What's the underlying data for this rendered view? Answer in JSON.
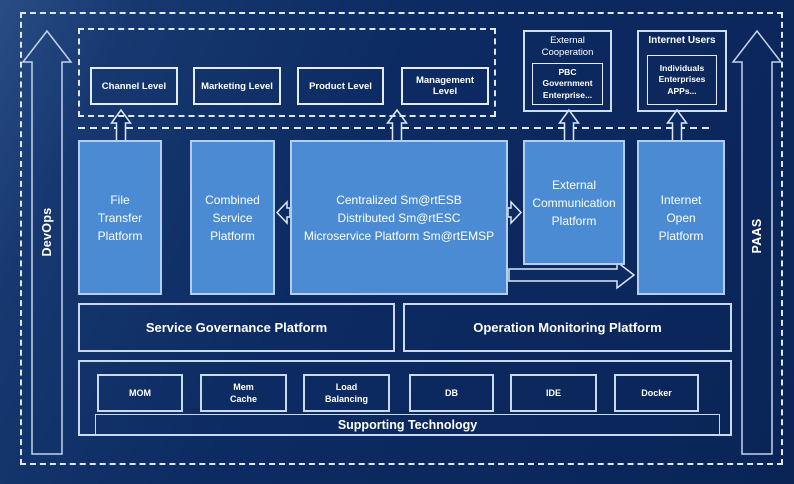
{
  "colors": {
    "background": "#0d2b63",
    "box_blue": "#4a8bd4",
    "line": "#dde7f7"
  },
  "side_rails": {
    "left_label": "DevOps",
    "right_label": "PAAS"
  },
  "top_band": {
    "levels": [
      "Channel Level",
      "Marketing Level",
      "Product Level",
      "Management Level"
    ],
    "external_cooperation": {
      "title": [
        "External",
        "Cooperation"
      ],
      "members": [
        "PBC Government",
        "Enterprise..."
      ]
    },
    "internet_users": {
      "title": "Internet Users",
      "members": [
        "Individuals",
        "Enterprises",
        "APPs..."
      ]
    }
  },
  "platforms": {
    "file_transfer": [
      "File",
      "Transfer",
      "Platform"
    ],
    "combined_service": [
      "Combined",
      "Service",
      "Platform"
    ],
    "esb": [
      "Centralized Sm@rtESB",
      "Distributed Sm@rtESC",
      "Microservice Platform Sm@rtEMSP"
    ],
    "external_communication": [
      "External",
      "Communication",
      "Platform"
    ],
    "internet_open": [
      "Internet",
      "Open",
      "Platform"
    ]
  },
  "governance": {
    "service": "Service Governance Platform",
    "operation": "Operation Monitoring Platform"
  },
  "supporting": {
    "items": [
      [
        "MOM"
      ],
      [
        "Mem",
        "Cache"
      ],
      [
        "Load",
        "Balancing"
      ],
      [
        "DB"
      ],
      [
        "IDE"
      ],
      [
        "Docker"
      ]
    ],
    "title": "Supporting Technology"
  }
}
